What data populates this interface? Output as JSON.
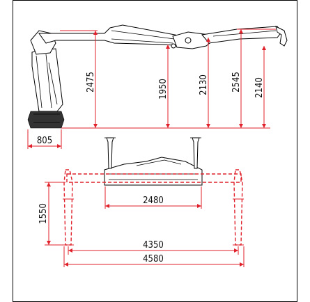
{
  "dimensions": {
    "reach_2475": "2475",
    "reach_1950": "1950",
    "reach_2130": "2130",
    "reach_2545": "2545",
    "reach_2140": "2140",
    "base_width": "805",
    "leg_track": "2480",
    "leg_depth": "1550",
    "outrigger_span_inner": "4350",
    "outrigger_span_outer": "4580"
  },
  "colors": {
    "dimension": "#e0202a",
    "outline": "#000000",
    "frame": "#000000"
  }
}
